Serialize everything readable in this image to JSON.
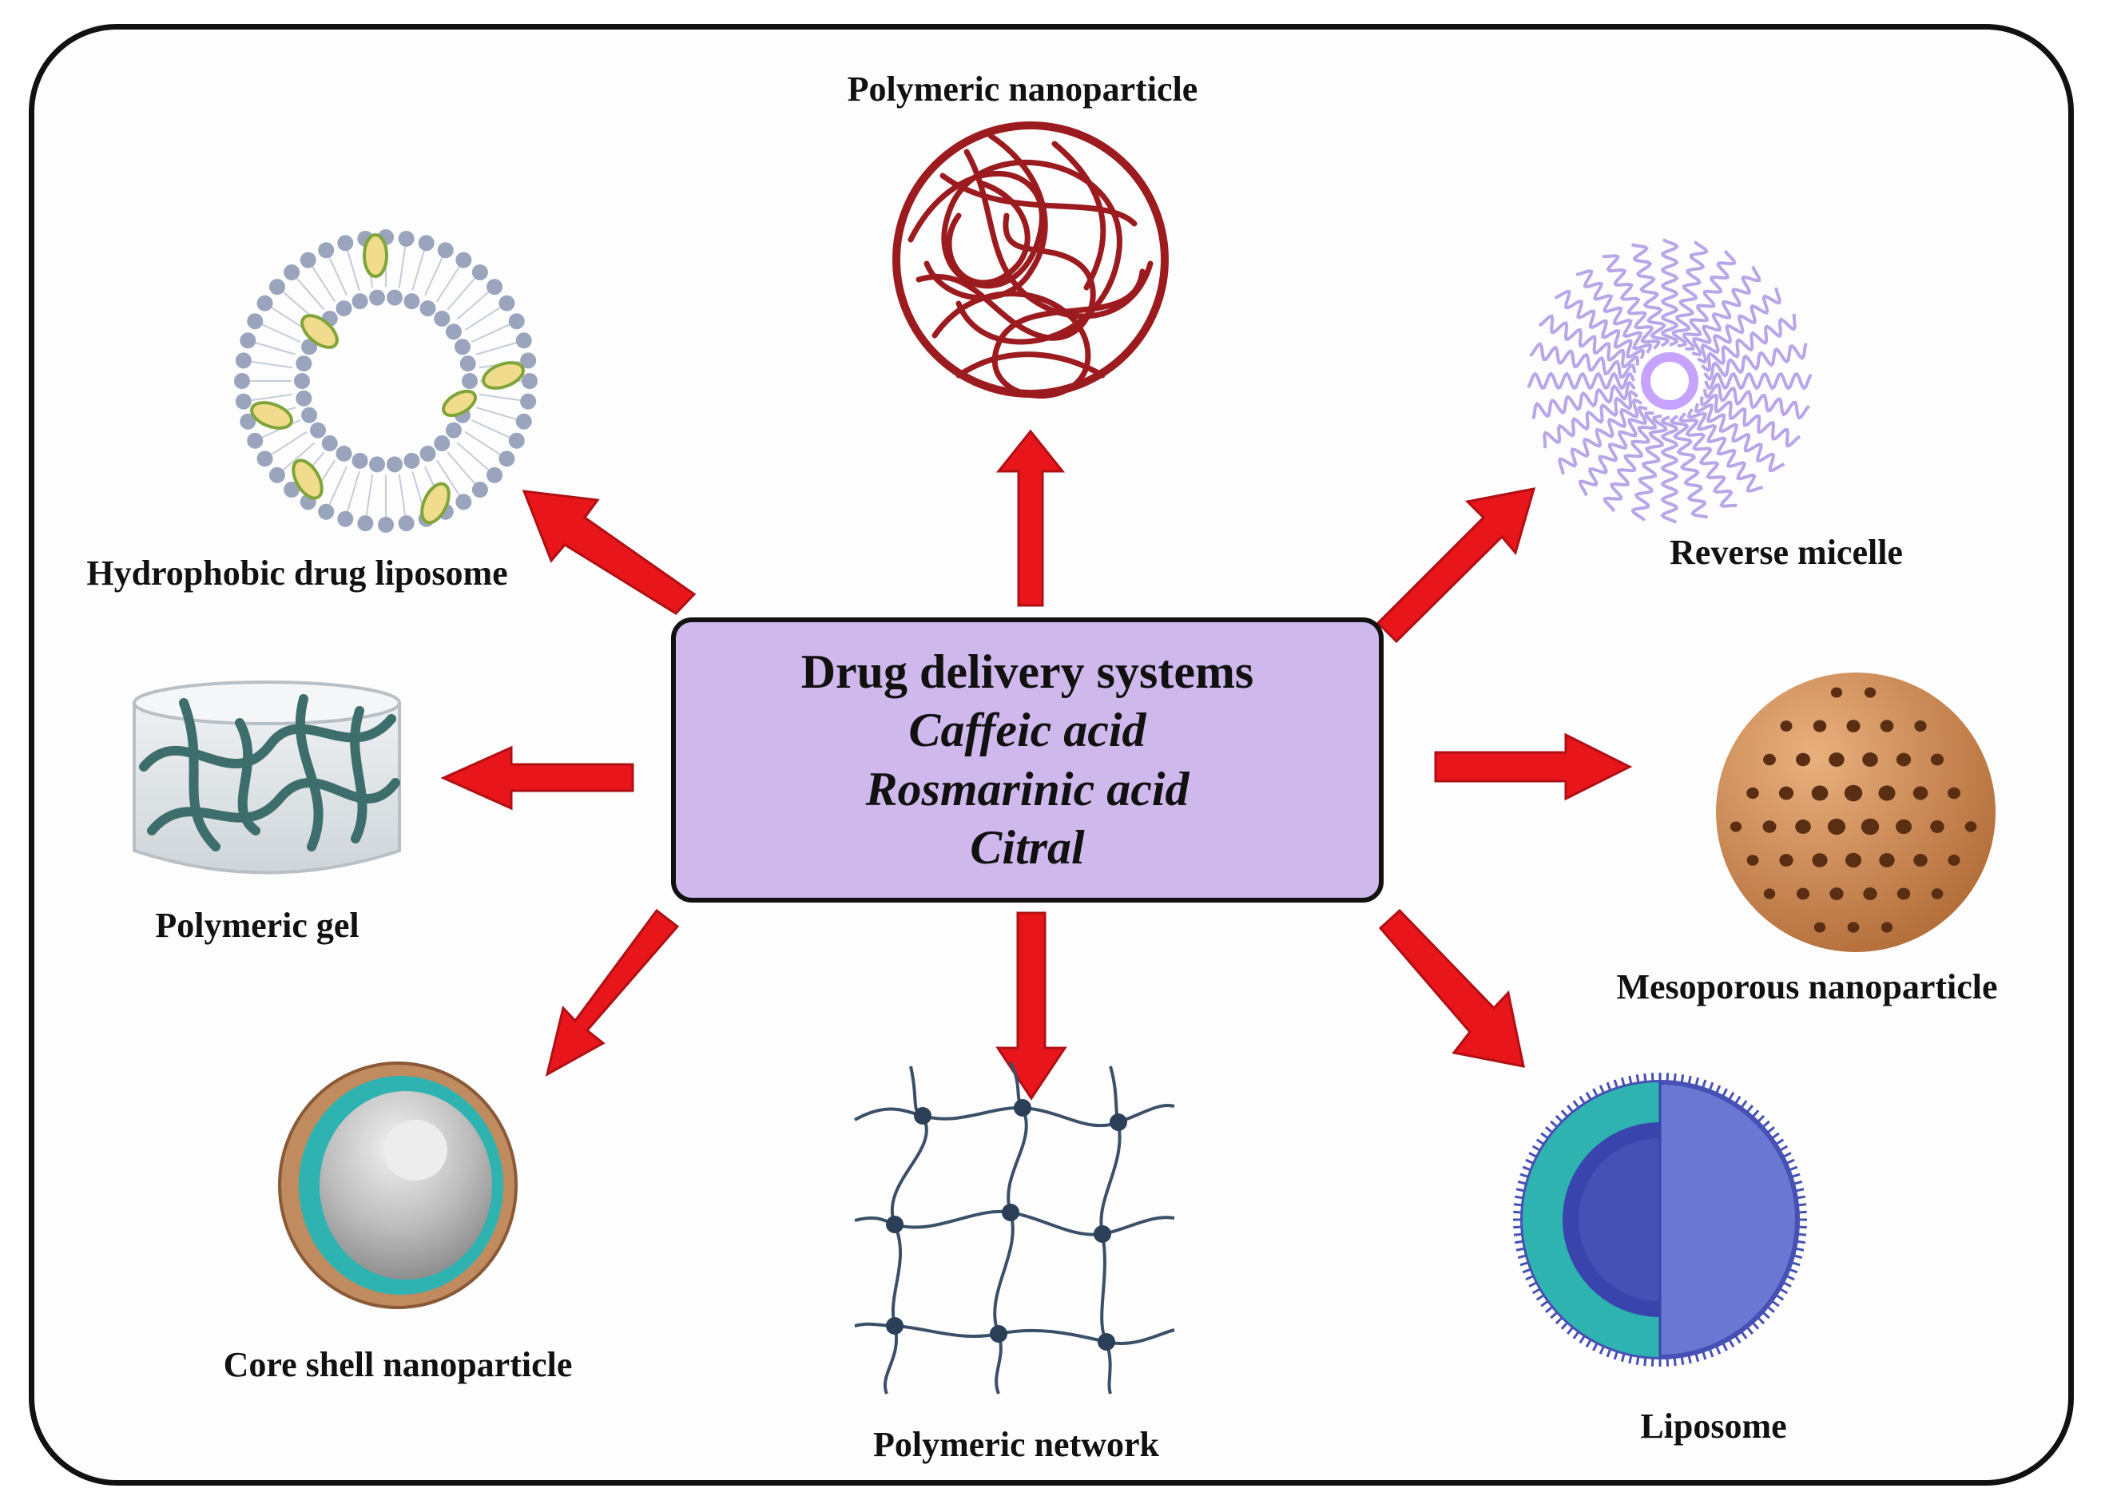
{
  "center": {
    "title": "Drug delivery systems",
    "items": [
      "Caffeic acid",
      "Rosmarinic acid",
      "Citral"
    ]
  },
  "labels": {
    "polymeric_nanoparticle": "Polymeric nanoparticle",
    "hydrophobic_drug_liposome": "Hydrophobic drug liposome",
    "reverse_micelle": "Reverse micelle",
    "polymeric_gel": "Polymeric gel",
    "mesoporous_nanoparticle": "Mesoporous nanoparticle",
    "core_shell_nanoparticle": "Core shell nanoparticle",
    "polymeric_network": "Polymeric network",
    "liposome": "Liposome"
  },
  "colors": {
    "arrow": "#e8151b",
    "center_box": "#cfb9ec",
    "polymer_nanoparticle": "#9b1b1f",
    "liposome_blue": "#4650b5",
    "micelle": "#b9a6e8",
    "mesoporous": "#c9844e",
    "core_shell_teal": "#2fb3b0",
    "network": "#3b5068"
  }
}
